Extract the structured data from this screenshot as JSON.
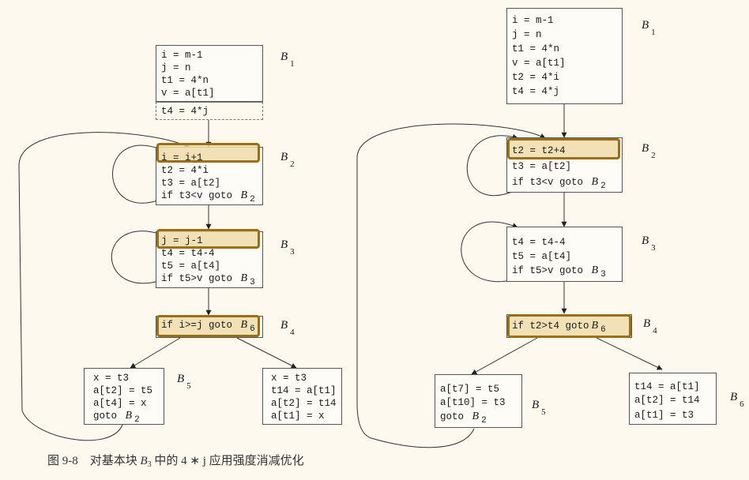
{
  "left": {
    "B1": {
      "label": "B",
      "sub": "1",
      "lines": [
        "i = m-1",
        "j = n",
        "t1 = 4*n",
        "v = a[t1]"
      ],
      "added_line": "t4 = 4*j"
    },
    "B2": {
      "label": "B",
      "sub": "2",
      "highlight": "i = i+1",
      "lines": [
        "t2 = 4*i",
        "t3 = a[t2]"
      ],
      "goto": {
        "text": "if t3<v goto ",
        "target": "B",
        "sub": "2"
      }
    },
    "B3": {
      "label": "B",
      "sub": "3",
      "highlight": "j = j-1",
      "lines": [
        "t4 = t4-4",
        "t5 = a[t4]"
      ],
      "goto": {
        "text": "if t5>v goto ",
        "target": "B",
        "sub": "3"
      }
    },
    "B4": {
      "label": "B",
      "sub": "4",
      "goto": {
        "text": "if i>=j goto ",
        "target": "B",
        "sub": "6"
      }
    },
    "B5": {
      "label": "B",
      "sub": "5",
      "lines": [
        "x = t3",
        "a[t2] = t5",
        "a[t4] = x"
      ],
      "goto": {
        "text": "goto ",
        "target": "B",
        "sub": "2"
      }
    },
    "B6": {
      "lines": [
        "x = t3",
        "t14 = a[t1]",
        "a[t2] = t14",
        "a[t1] = x"
      ]
    }
  },
  "right": {
    "B1": {
      "label": "B",
      "sub": "1",
      "lines": [
        "i = m-1",
        "j = n",
        "t1 = 4*n",
        "v = a[t1]",
        "t2 = 4*i",
        "t4 = 4*j"
      ]
    },
    "B2": {
      "label": "B",
      "sub": "2",
      "highlight": "t2 = t2+4",
      "lines": [
        "t3 = a[t2]"
      ],
      "goto": {
        "text": "if t3<v goto ",
        "target": "B",
        "sub": "2"
      }
    },
    "B3": {
      "label": "B",
      "sub": "3",
      "lines": [
        "t4 = t4-4",
        "t5 = a[t4]"
      ],
      "goto": {
        "text": "if t5>v goto ",
        "target": "B",
        "sub": "3"
      }
    },
    "B4": {
      "label": "B",
      "sub": "4",
      "goto": {
        "text": "if t2>t4 goto",
        "target": "B",
        "sub": "6"
      }
    },
    "B5": {
      "label": "B",
      "sub": "5",
      "lines": [
        "a[t7] = t5",
        "a[t10] = t3"
      ],
      "goto": {
        "text": "goto ",
        "target": "B",
        "sub": "2"
      }
    },
    "B6": {
      "label": "B",
      "sub": "6",
      "lines": [
        "t14 = a[t1]",
        "a[t2] = t14",
        "a[t1] = t3"
      ]
    }
  },
  "caption": {
    "fig": "图 9-8    对基本块 ",
    "b": "B",
    "sub": "3",
    "rest": " 中的 4 ∗ j 应用强度消减优化"
  },
  "colors": {
    "highlight_border": "#9a7014",
    "highlight_fill": "#f0dcaa",
    "background": "#fdf9ef"
  }
}
